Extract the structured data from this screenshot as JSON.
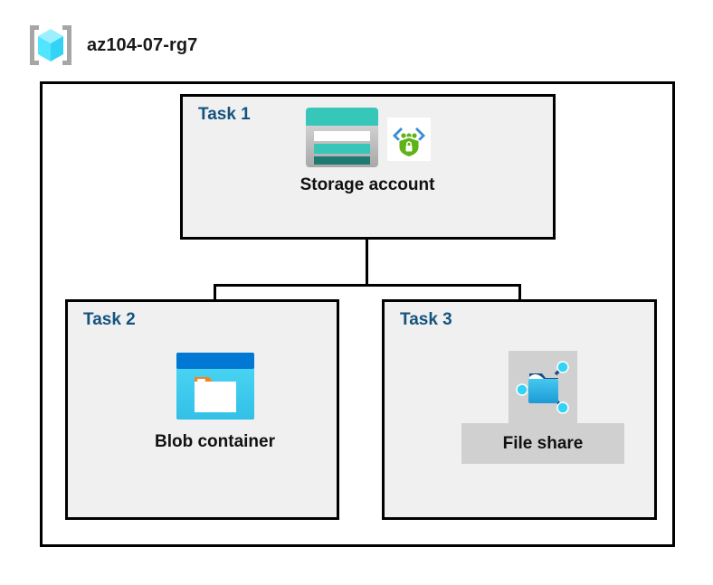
{
  "header": {
    "icon": "resource-group-icon",
    "title": "az104-07-rg7"
  },
  "diagram": {
    "boundary_name": "resource-group-boundary",
    "tasks": [
      {
        "id": "task-1",
        "label": "Task 1",
        "node": {
          "caption": "Storage account",
          "icons": [
            "storage-account-icon",
            "storage-security-icon"
          ]
        }
      },
      {
        "id": "task-2",
        "label": "Task 2",
        "node": {
          "caption": "Blob container",
          "icons": [
            "blob-container-icon"
          ]
        }
      },
      {
        "id": "task-3",
        "label": "Task 3",
        "node": {
          "caption": "File share",
          "icons": [
            "file-share-icon"
          ]
        }
      }
    ],
    "connectors": [
      {
        "name": "storage-to-branch-trunk"
      },
      {
        "name": "branch-crossbar"
      },
      {
        "name": "branch-to-blob-container"
      },
      {
        "name": "branch-to-file-share"
      }
    ]
  },
  "colors": {
    "task_label": "#13547f",
    "box_border": "#000000",
    "box_fill": "#f0f0f0",
    "page_background": "#ffffff",
    "accent_cyan": "#32c8f0",
    "accent_teal": "#37c7b9",
    "accent_teal_dark": "#1f7a72",
    "accent_blue": "#0078d4",
    "accent_green": "#5fb318",
    "accent_orange": "#f58220",
    "icon_gray": "#d0d0d0"
  }
}
